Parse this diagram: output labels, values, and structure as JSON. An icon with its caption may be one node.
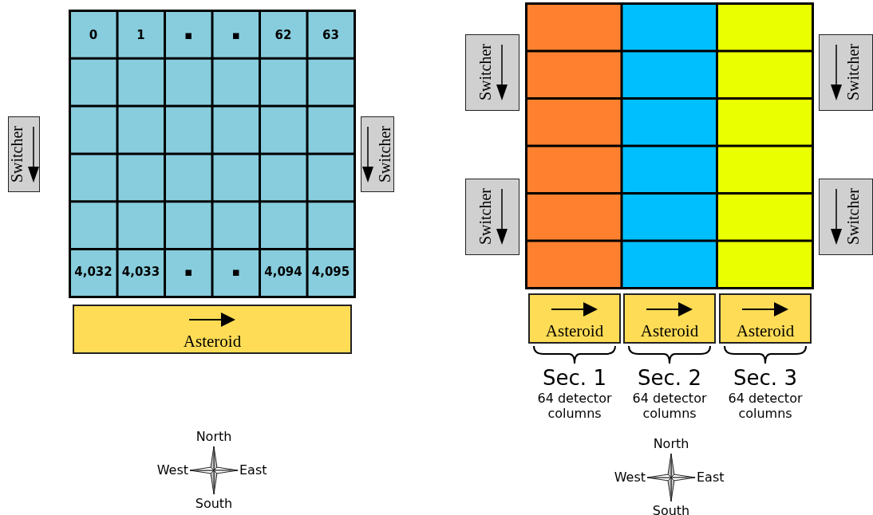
{
  "diagram": {
    "nodes": [
      {
        "text": [
          "Switcher"
        ]
      },
      {
        "text": [
          "Switcher"
        ]
      },
      {
        "text": [
          "Asteroid"
        ]
      },
      {
        "text": [
          "Switcher"
        ]
      },
      {
        "text": [
          "Switcher"
        ]
      },
      {
        "text": [
          "Switcher"
        ]
      },
      {
        "text": [
          "Switcher"
        ]
      },
      {
        "text": [
          "Asteroid"
        ],
        "beside": [
          "Sec. 1",
          "64 detector columns"
        ]
      },
      {
        "text": [
          "Asteroid"
        ],
        "beside": [
          "Sec. 2",
          "64 detector columns"
        ]
      },
      {
        "text": [
          "Asteroid"
        ],
        "beside": [
          "Sec. 3",
          "64 detector columns"
        ]
      }
    ],
    "labels": [
      "0",
      "1",
      "▪",
      "▪",
      "62",
      "63",
      "4,032",
      "4,033",
      "▪",
      "▪",
      "4,094",
      "4,095",
      "North",
      "West",
      "East",
      "South",
      "North",
      "West",
      "East",
      "South"
    ]
  }
}
